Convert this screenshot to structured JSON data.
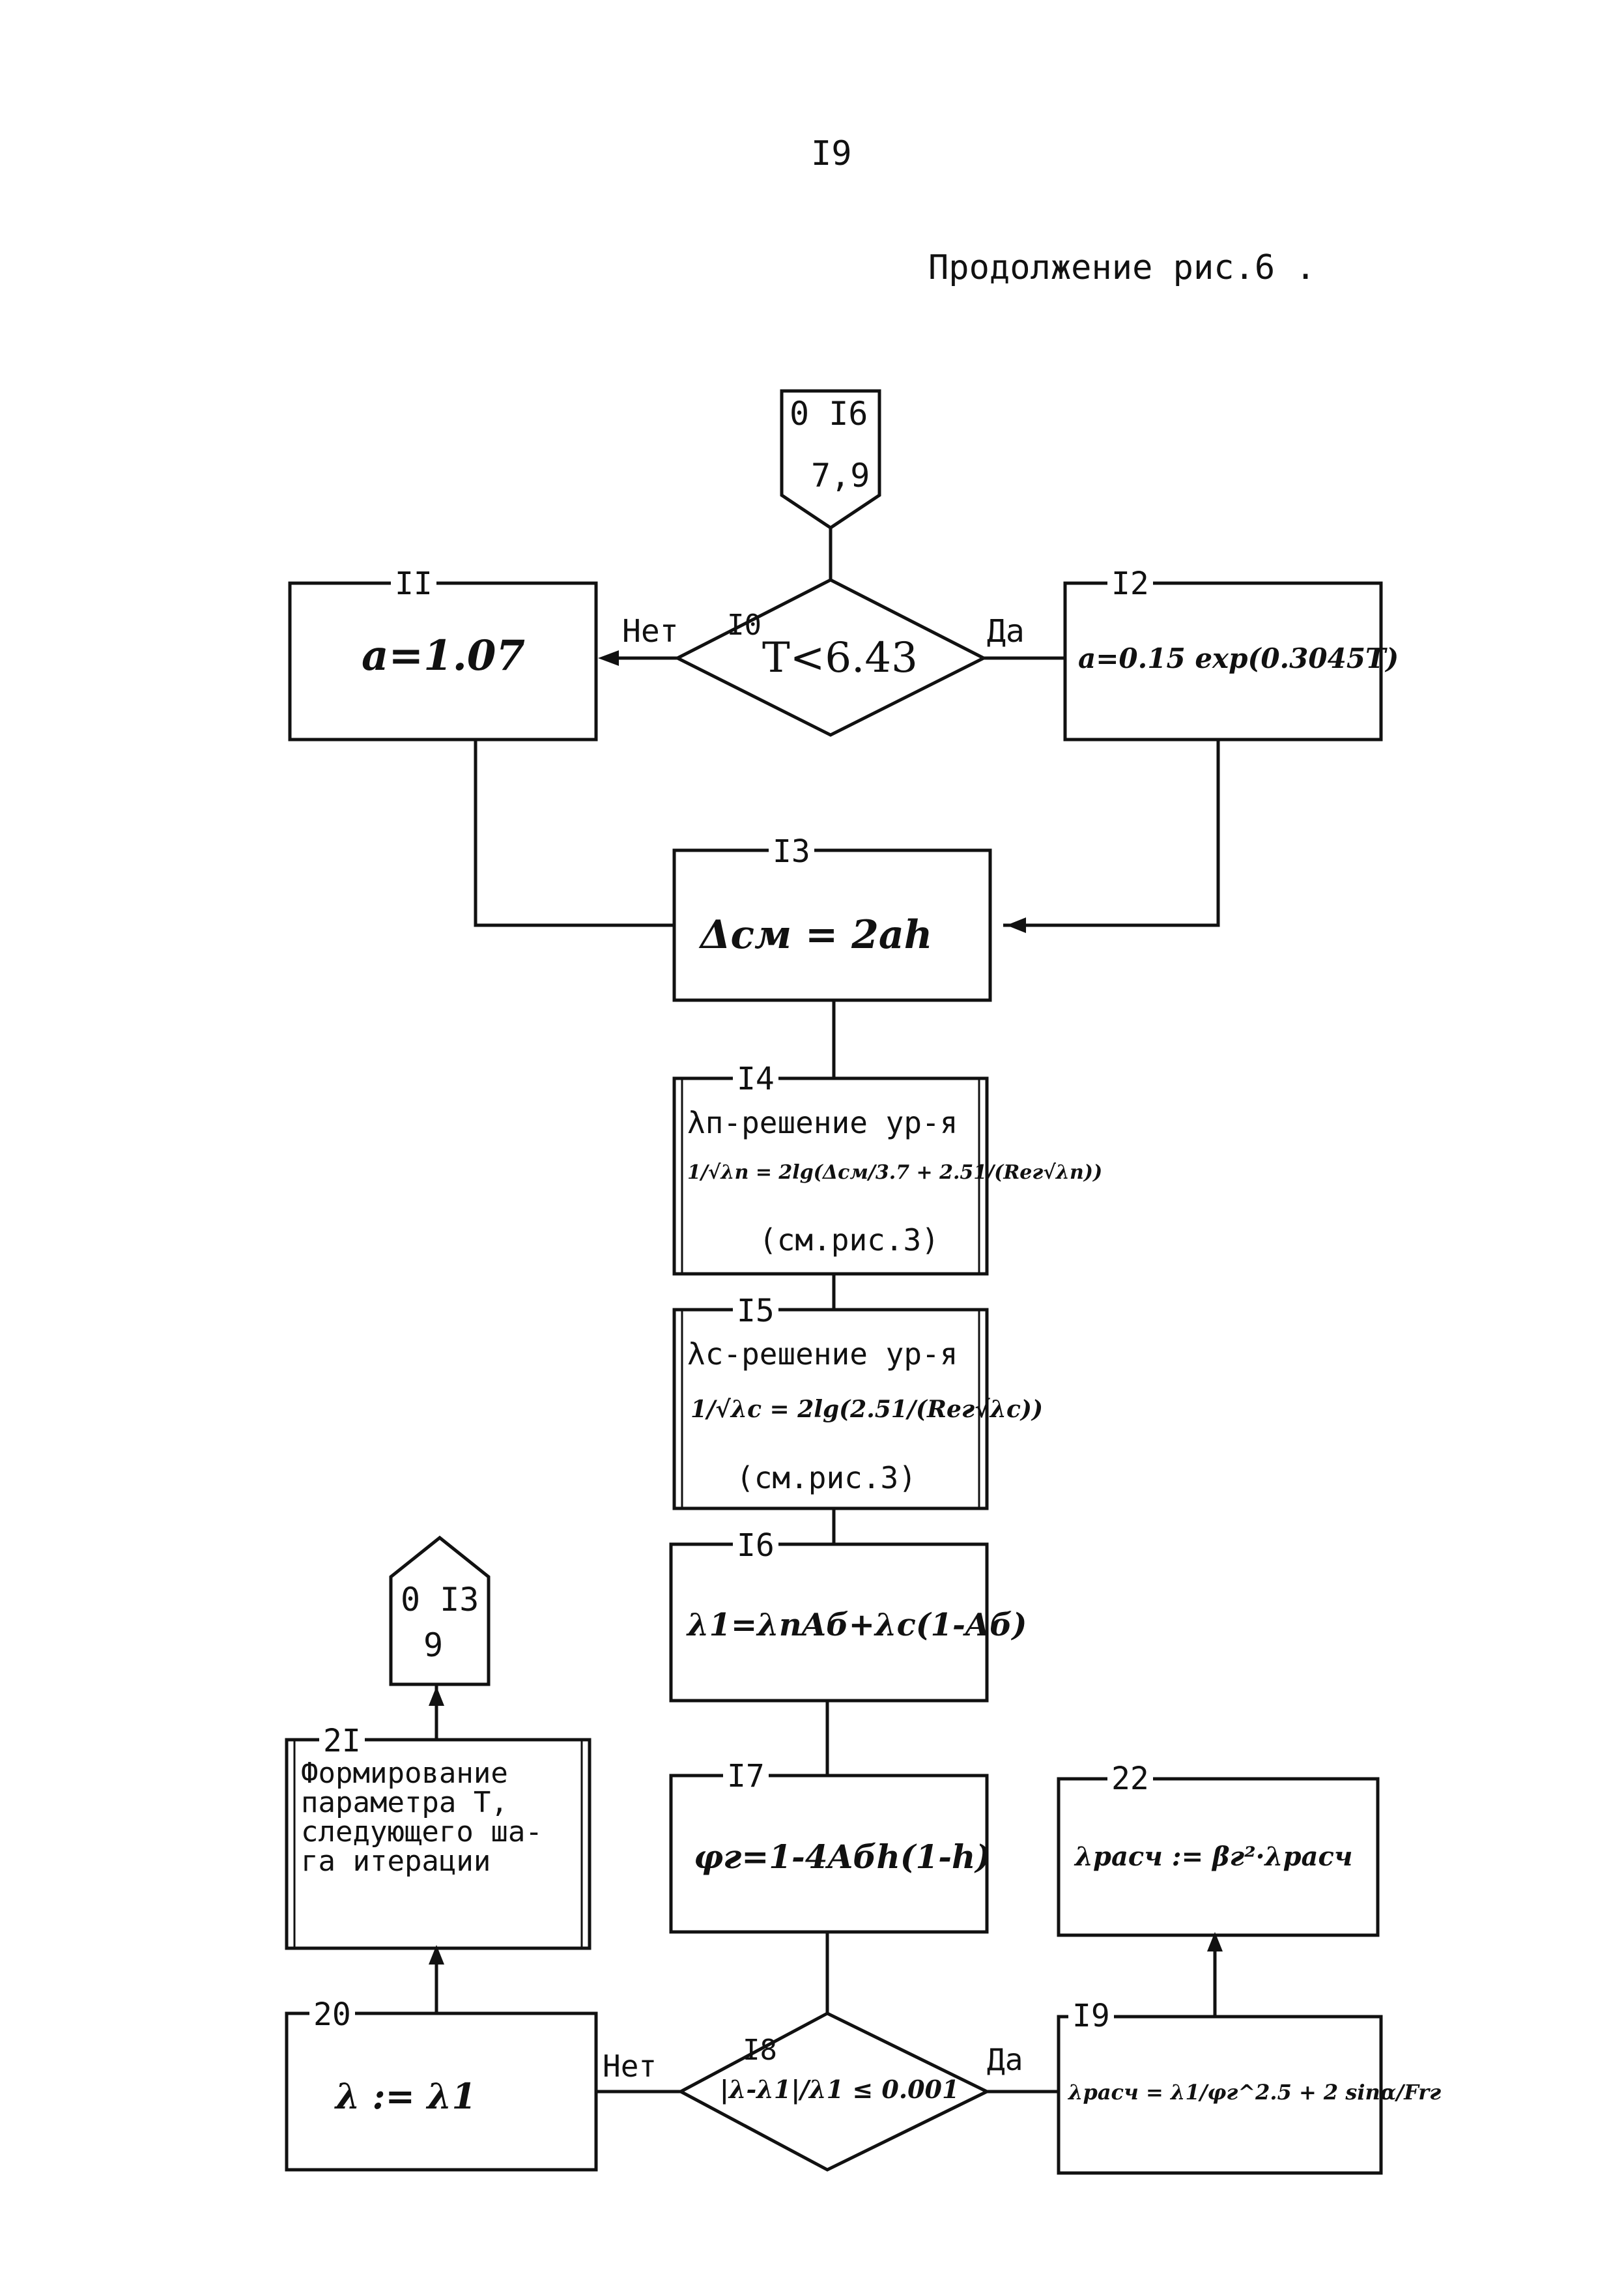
{
  "header": {
    "page_number": "I9",
    "caption": "Продолжение рис.6 ."
  },
  "connectors": {
    "entry": {
      "line1": "0 I6",
      "line2": "7,9"
    },
    "exit": {
      "line1": "0 I3",
      "line2": "9"
    }
  },
  "blocks": {
    "b10": {
      "num": "I0",
      "text": "T<6.43",
      "no": "Нет",
      "yes": "Да"
    },
    "b11": {
      "num": "II",
      "text": "a=1.07"
    },
    "b12": {
      "num": "I2",
      "text": "a=0.15 exp(0.3045T)"
    },
    "b13": {
      "num": "I3",
      "text": "Δcм = 2ah"
    },
    "b14": {
      "num": "I4",
      "line1": "λп-решение ур-я",
      "formula": "1/√λп = 2lg(Δсм/3.7 + 2.51/(Reг√λп))",
      "ref": "(см.рис.3)"
    },
    "b15": {
      "num": "I5",
      "line1": "λс-решение ур-я",
      "formula": "1/√λс = 2lg(2.51/(Reг√λс))",
      "ref": "(см.рис.3)"
    },
    "b16": {
      "num": "I6",
      "text": "λ1=λпAб+λс(1-Aб)"
    },
    "b17": {
      "num": "I7",
      "text": "φг=1-4Aбh(1-h)"
    },
    "b18": {
      "num": "I8",
      "text": "|λ-λ1|/λ1 ≤ 0.001",
      "no": "Нет",
      "yes": "Да"
    },
    "b19": {
      "num": "I9",
      "text": "λрасч = λ1/φг^2.5 + 2 sinα/Frг"
    },
    "b20": {
      "num": "20",
      "text": "λ := λ1"
    },
    "b21": {
      "num": "2I",
      "lines": [
        "Формирование",
        "параметра T,",
        "следующего ша-",
        "га итерации"
      ]
    },
    "b22": {
      "num": "22",
      "text": "λрасч := βг²·λрасч"
    }
  }
}
